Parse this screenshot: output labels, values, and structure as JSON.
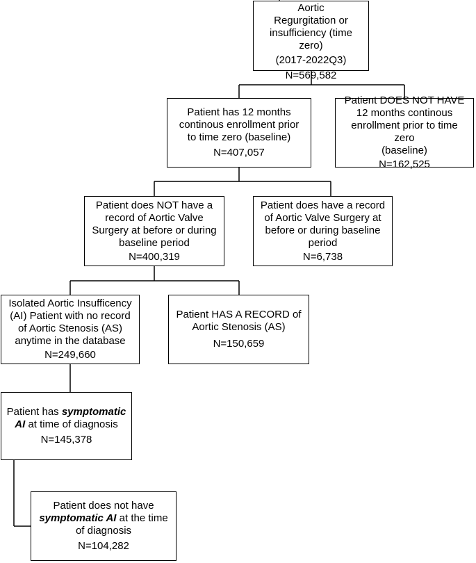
{
  "boxes": {
    "optum_first_dx": {
      "lines": [
        "Optum First Dx of Aortic",
        "Regurgitation or",
        "insufficiency (time zero)"
      ],
      "period": "(2017-2022Q3)",
      "count": "N=569,582"
    },
    "has_enrollment": {
      "lines": [
        "Patient has 12 months",
        "continous enrollment prior",
        "to time zero (baseline)"
      ],
      "count": "N=407,057"
    },
    "no_enrollment": {
      "lines": [
        "Patient DOES NOT HAVE",
        "12 months continous",
        "enrollment prior to time zero",
        "(baseline)"
      ],
      "count": "N=162,525"
    },
    "no_surgery": {
      "lines": [
        "Patient does NOT have a",
        "record of Aortic Valve",
        "Surgery at before or during",
        "baseline period"
      ],
      "count": "N=400,319"
    },
    "has_surgery": {
      "lines": [
        "Patient does have a record",
        "of Aortic Valve Surgery at",
        "before or during baseline",
        "period"
      ],
      "count": "N=6,738"
    },
    "isolated_ai": {
      "lines": [
        "Isolated Aortic Insufficency",
        "(AI) Patient with no record",
        "of Aortic Stenosis (AS)",
        "anytime in the database"
      ],
      "count": "N=249,660"
    },
    "has_as": {
      "lines": [
        "Patient HAS A RECORD of",
        "Aortic Stenosis (AS)"
      ],
      "count": "N=150,659"
    },
    "symptomatic": {
      "prefix": "Patient has ",
      "emph1": "symptomatic",
      "emph2": "AI",
      "suffix": " at time of diagnosis",
      "count": "N=145,378"
    },
    "not_symptomatic": {
      "line1": "Patient does not have",
      "emph": "symptomatic AI",
      "suffix": " at the time",
      "line3": "of diagnosis",
      "count": "N=104,282"
    }
  }
}
